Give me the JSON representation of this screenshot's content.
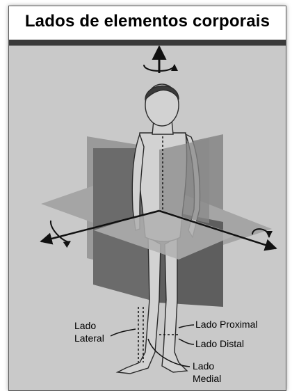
{
  "title": "Lados de elementos corporais",
  "labels": {
    "lateral_line1": "Lado",
    "lateral_line2": "Lateral",
    "proximal": "Lado Proximal",
    "distal": "Lado Distal",
    "medial_line1": "Lado",
    "medial_line2": "Medial"
  },
  "colors": {
    "background": "#c9c9c9",
    "plane_dark": "#6b6b6b",
    "plane_light": "#9a9a9a",
    "skin": "#d2d2d2",
    "hair": "#3a3a3a"
  }
}
